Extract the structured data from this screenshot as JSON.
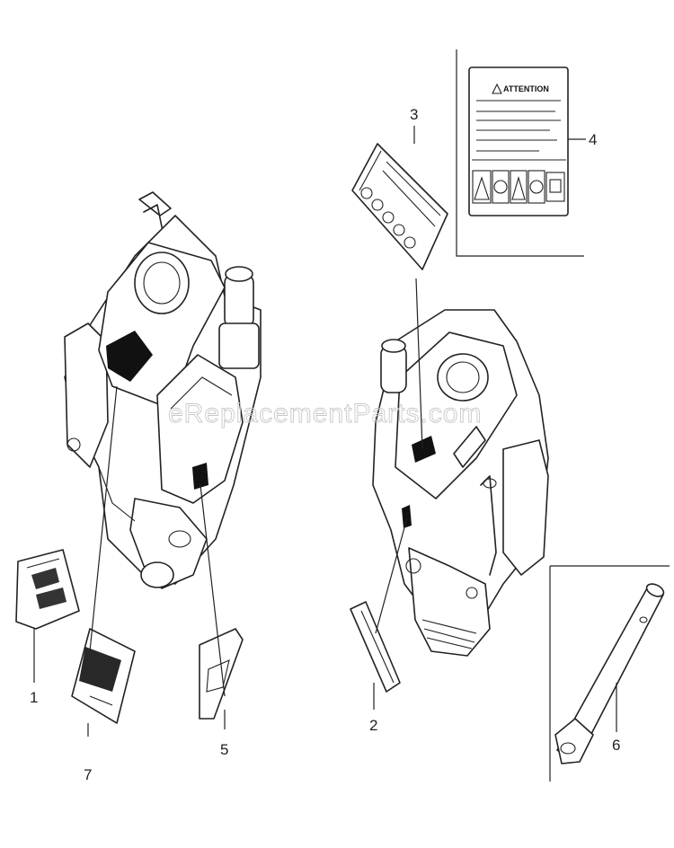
{
  "watermark": "eReplacementParts.com",
  "attention_label": {
    "heading": "ATTENTION"
  },
  "callouts": {
    "c1": "1",
    "c2": "2",
    "c3": "3",
    "c4": "4",
    "c5": "5",
    "c6": "6",
    "c7": "7"
  },
  "colors": {
    "ink": "#222222",
    "background": "#ffffff",
    "watermark": "#c8c8c8"
  }
}
